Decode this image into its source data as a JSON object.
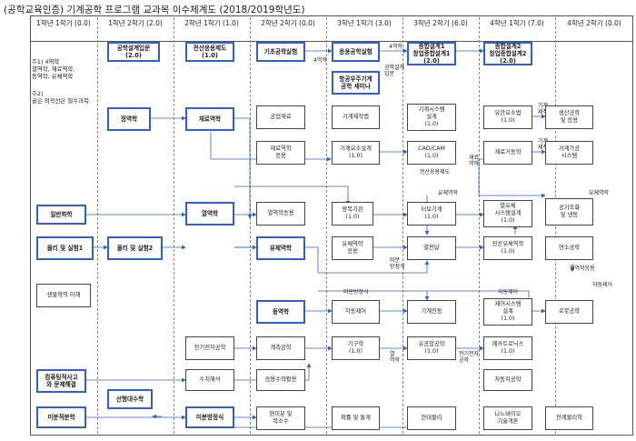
{
  "title": "(공학교육인증) 기계공학 프로그램 교과목 이수체계도 (2018/2019학년도)",
  "semesters": [
    "1학년 1학기\n(0.0)",
    "1학년 2학기\n(2.0)",
    "2학년 1학기\n(1.0)",
    "2학년 2학기\n(0.0)",
    "3학년 1학기\n(3.0)",
    "3학년 2학기\n(6.0)",
    "4학년 1학기\n(7.0)",
    "4학년 2학기\n(0.0)"
  ],
  "notes": {
    "note1": "주1) 4역학\n열역학, 재료역학,\n동역학, 유체역학",
    "note2": "주2)\n굵은 외곽선은 필수과목"
  },
  "courses": {
    "engineering_design_intro": "공학설계입문\n(2.0)",
    "computer_aided_drafting": "전산응용제도\n(1.0)",
    "basic_engineering_lab": "기초공학실험",
    "applied_engineering_lab": "응용공학실험",
    "aerospace_seminar": "항공우주기계\n공학 세미나",
    "capstone1": "종합설계1\n창업종합설계1\n(2.0)",
    "capstone2": "종합설계2\n창업종합설계2\n(2.0)",
    "statics": "정역학",
    "mechanics_of_materials": "재료역학",
    "engineering_materials": "공업재료",
    "machine_manufacturing": "기계제작법",
    "mechanical_system_design": "기계시스템\n설계\n(1.0)",
    "fem": "유한요소법\n(1.0)",
    "production_engineering": "생산공학\n및 응용",
    "applied_mechanics_of_materials": "재료역학\n응용",
    "machine_element_design": "기계요소설계\n(1.0)",
    "cad_cam": "CAD/CAM\n(1.0)",
    "fracture_mechanics": "재료거동학",
    "machining_systems": "기계가공\n시스템",
    "general_chemistry": "일반화학",
    "thermodynamics": "열역학",
    "applied_thermodynamics": "열역학응용",
    "heat_engines": "왕복기관\n(1.0)",
    "turbomachinery": "터보기계\n(1.0)",
    "thermal_system_design": "열유체\n시스템설계\n(1.0)",
    "air_conditioning": "공기조화\n및 냉동",
    "physics_lab1": "물리 및 실험1",
    "physics_lab2": "물리 및 실험2",
    "fluid_mechanics": "유체역학",
    "applied_fluid_mechanics": "유체역학\n응용",
    "heat_transfer": "열전달",
    "computational_fluid_dynamics": "전산유체역학\n(1.0)",
    "combustion_engineering": "연소공학",
    "biology": "생물학의 이해",
    "dynamics": "동역학",
    "automatic_control": "자동제어",
    "mechanical_vibration": "기계진동",
    "control_system_design": "제어시스템\n설계\n(1.0)",
    "robotics": "로봇공학",
    "electrical_engineering": "전기전자공학",
    "measurement_engineering": "계측공학",
    "mechatronics_lab": "기구학\n(1.0)",
    "hydraulics": "유공압공학\n(1.0)",
    "mechatronics": "메카트로닉스\n(1.0)",
    "creative_problem_solving": "컴퓨팅적사고\n와 문제해결",
    "linear_algebra": "선형대수학",
    "numerical_analysis": "수치해석",
    "applied_math": "응용수학활용",
    "automotive_engineering": "자동차공학",
    "calculus": "미분적분학",
    "differential_equations": "미분방정식",
    "partial_differential": "편미분 및\n복소수",
    "probability_statistics": "확률 및 통계",
    "modern_physics": "현대물리",
    "nano_bio": "나노바이오\n기술개론",
    "precision_engineering": "전계물리학"
  },
  "labels": {
    "four_mech_a": "4역학",
    "four_mech_b": "4역학",
    "design_intro": "공학설계\n입문",
    "drafting": "전산응용제도",
    "mech_production": "기계\n제작법",
    "mech_production2": "기계\n제작법",
    "fluid_a": "유체역학",
    "fluid_b": "유체역학",
    "materials": "재료\n역학",
    "diff_eq": "미분\n방정식",
    "auto_control_a": "미분방정식",
    "auto_control_b": "자동제어",
    "auto_control_c": "자동제어",
    "thermo_dyn": "열역학응용",
    "heat": "열\n역학",
    "elec": "전기전자\n공학"
  }
}
